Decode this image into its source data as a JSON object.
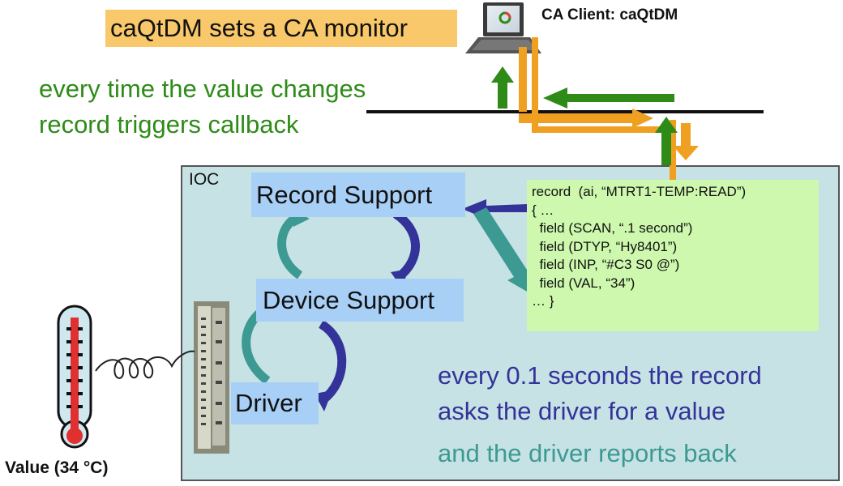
{
  "monitor_label": "caQtDM sets a CA monitor",
  "client_label": "CA Client: caQtDM",
  "callback_note": {
    "line1": "every time the value changes",
    "line2": "record triggers callback"
  },
  "ioc_label": "IOC",
  "layers": {
    "record_support": "Record Support",
    "device_support": "Device Support",
    "driver": "Driver"
  },
  "record_definition": [
    "record  (ai, “MTRT1-TEMP:READ”)",
    "{ …",
    "  field (SCAN, “.1 second”)",
    "  field (DTYP, “Hy8401”)",
    "  field (INP, “#C3 S0 @”)",
    "  field (VAL, “34”)",
    "… }"
  ],
  "scan_note": {
    "line1": "every 0.1 seconds the record",
    "line2": "asks the driver for a value"
  },
  "report_note": "and the driver reports back",
  "value_label": "Value (34 °C)",
  "colors": {
    "orange": "#f0a020",
    "green": "#2e8b18",
    "navy": "#33339a",
    "teal": "#3d9a93",
    "ioc_fill": "#c7e2e4",
    "layer_fill": "#a8cff6",
    "record_fill": "#cdf8ad",
    "highlight": "#f9c86a"
  },
  "icons": [
    "laptop-icon",
    "thermometer-icon",
    "io-board-icon",
    "cable-icon"
  ]
}
